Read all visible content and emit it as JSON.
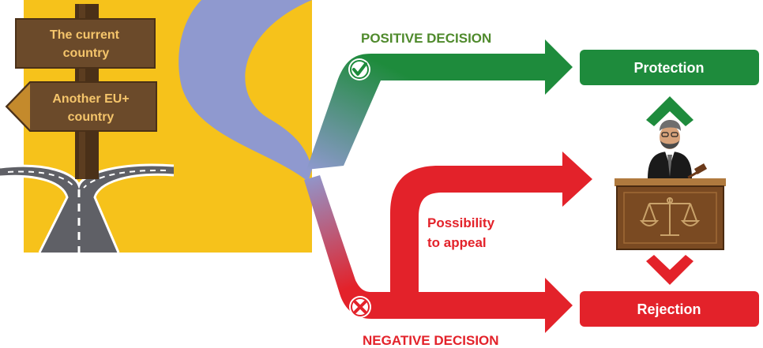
{
  "signpost": {
    "current_country": [
      "The current",
      "country"
    ],
    "another_country": [
      "Another EU+",
      "country"
    ]
  },
  "decisions": {
    "positive": "POSITIVE DECISION",
    "negative": "NEGATIVE DECISION",
    "appeal": [
      "Possibility",
      "to appeal"
    ]
  },
  "outcomes": {
    "protection": "Protection",
    "rejection": "Rejection"
  },
  "colors": {
    "yellow": "#F6C21B",
    "lavender": "#8F99CF",
    "green": "#1E8B3C",
    "red": "#E3222A",
    "positive_text": "#4F8A2C",
    "wood": "#6B4A2A",
    "sign_text": "#F5C56B"
  },
  "icons": {
    "positive": "check-circle-icon",
    "negative": "cross-circle-icon",
    "judge": "judge-icon",
    "scales": "scales-of-justice-icon",
    "signpost": "signpost-icon",
    "road": "road-icon"
  }
}
